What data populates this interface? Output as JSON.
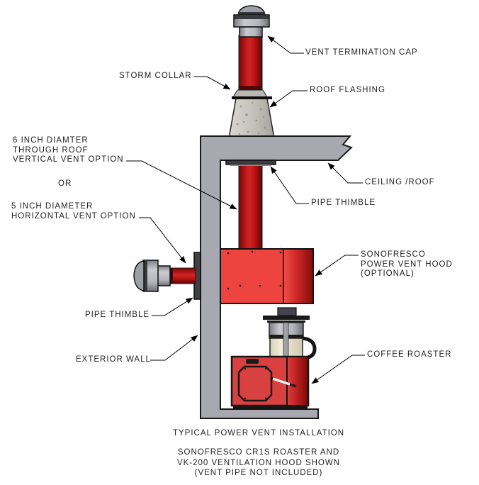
{
  "diagram": {
    "labels": {
      "vent_termination_cap": "VENT TERMINATION CAP",
      "storm_collar": "STORM COLLAR",
      "roof_flashing": "ROOF FLASHING",
      "vertical_vent_option": "6 INCH DIAMTER\nTHROUGH ROOF\nVERTICAL VENT OPTION",
      "or_text": "OR",
      "horizontal_vent_option": "5 INCH DIAMETER\nHORIZONTAL VENT OPTION",
      "ceiling_roof": "CEILING /ROOF",
      "pipe_thimble_upper": "PIPE THIMBLE",
      "power_vent_hood": "SONOFRESCO\nPOWER VENT HOOD\n(OPTIONAL)",
      "pipe_thimble_lower": "PIPE THIMBLE",
      "exterior_wall": "EXTERIOR WALL",
      "coffee_roaster": "COFFEE ROASTER"
    },
    "captions": {
      "title": "TYPICAL POWER VENT INSTALLATION",
      "subtitle": "SONOFRESCO CR1S ROASTER AND\nVK-200 VENTILATION HOOD SHOWN\n(VENT PIPE NOT INCLUDED)"
    },
    "colors": {
      "pipe_red": "#c01414",
      "hood_red": "#ee4440",
      "roaster_red": "#d94040",
      "structure_gray": "#a8a8b1",
      "flashing_gray": "#c4c3bc",
      "cap_gray": "#b3b3ba",
      "glass_cream": "#ece7cf",
      "line_black": "#000000"
    }
  }
}
